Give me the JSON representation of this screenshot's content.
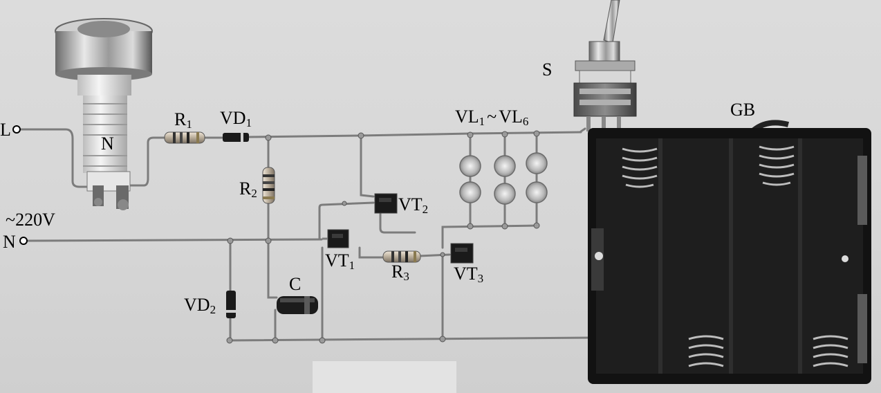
{
  "labels": {
    "L": "L",
    "N_lamp": "N",
    "R1_main": "R",
    "R1_sub": "1",
    "VD1_main": "VD",
    "VD1_sub": "1",
    "R2_main": "R",
    "R2_sub": "2",
    "voltage": "~220V",
    "N_terminal": "N",
    "VD2_main": "VD",
    "VD2_sub": "2",
    "C": "C",
    "VT1_main": "VT",
    "VT1_sub": "1",
    "VT2_main": "VT",
    "VT2_sub": "2",
    "R3_main": "R",
    "R3_sub": "3",
    "VT3_main": "VT",
    "VT3_sub": "3",
    "VL_a_main": "VL",
    "VL_a_sub": "1",
    "VL_sep": "~",
    "VL_b_main": "VL",
    "VL_b_sub": "6",
    "S": "S",
    "GB": "GB"
  },
  "colors": {
    "background": "#d9d9d9",
    "wire": "#7a7a7a",
    "component_dark": "#1a1a1a",
    "battery_holder": "#111111"
  }
}
